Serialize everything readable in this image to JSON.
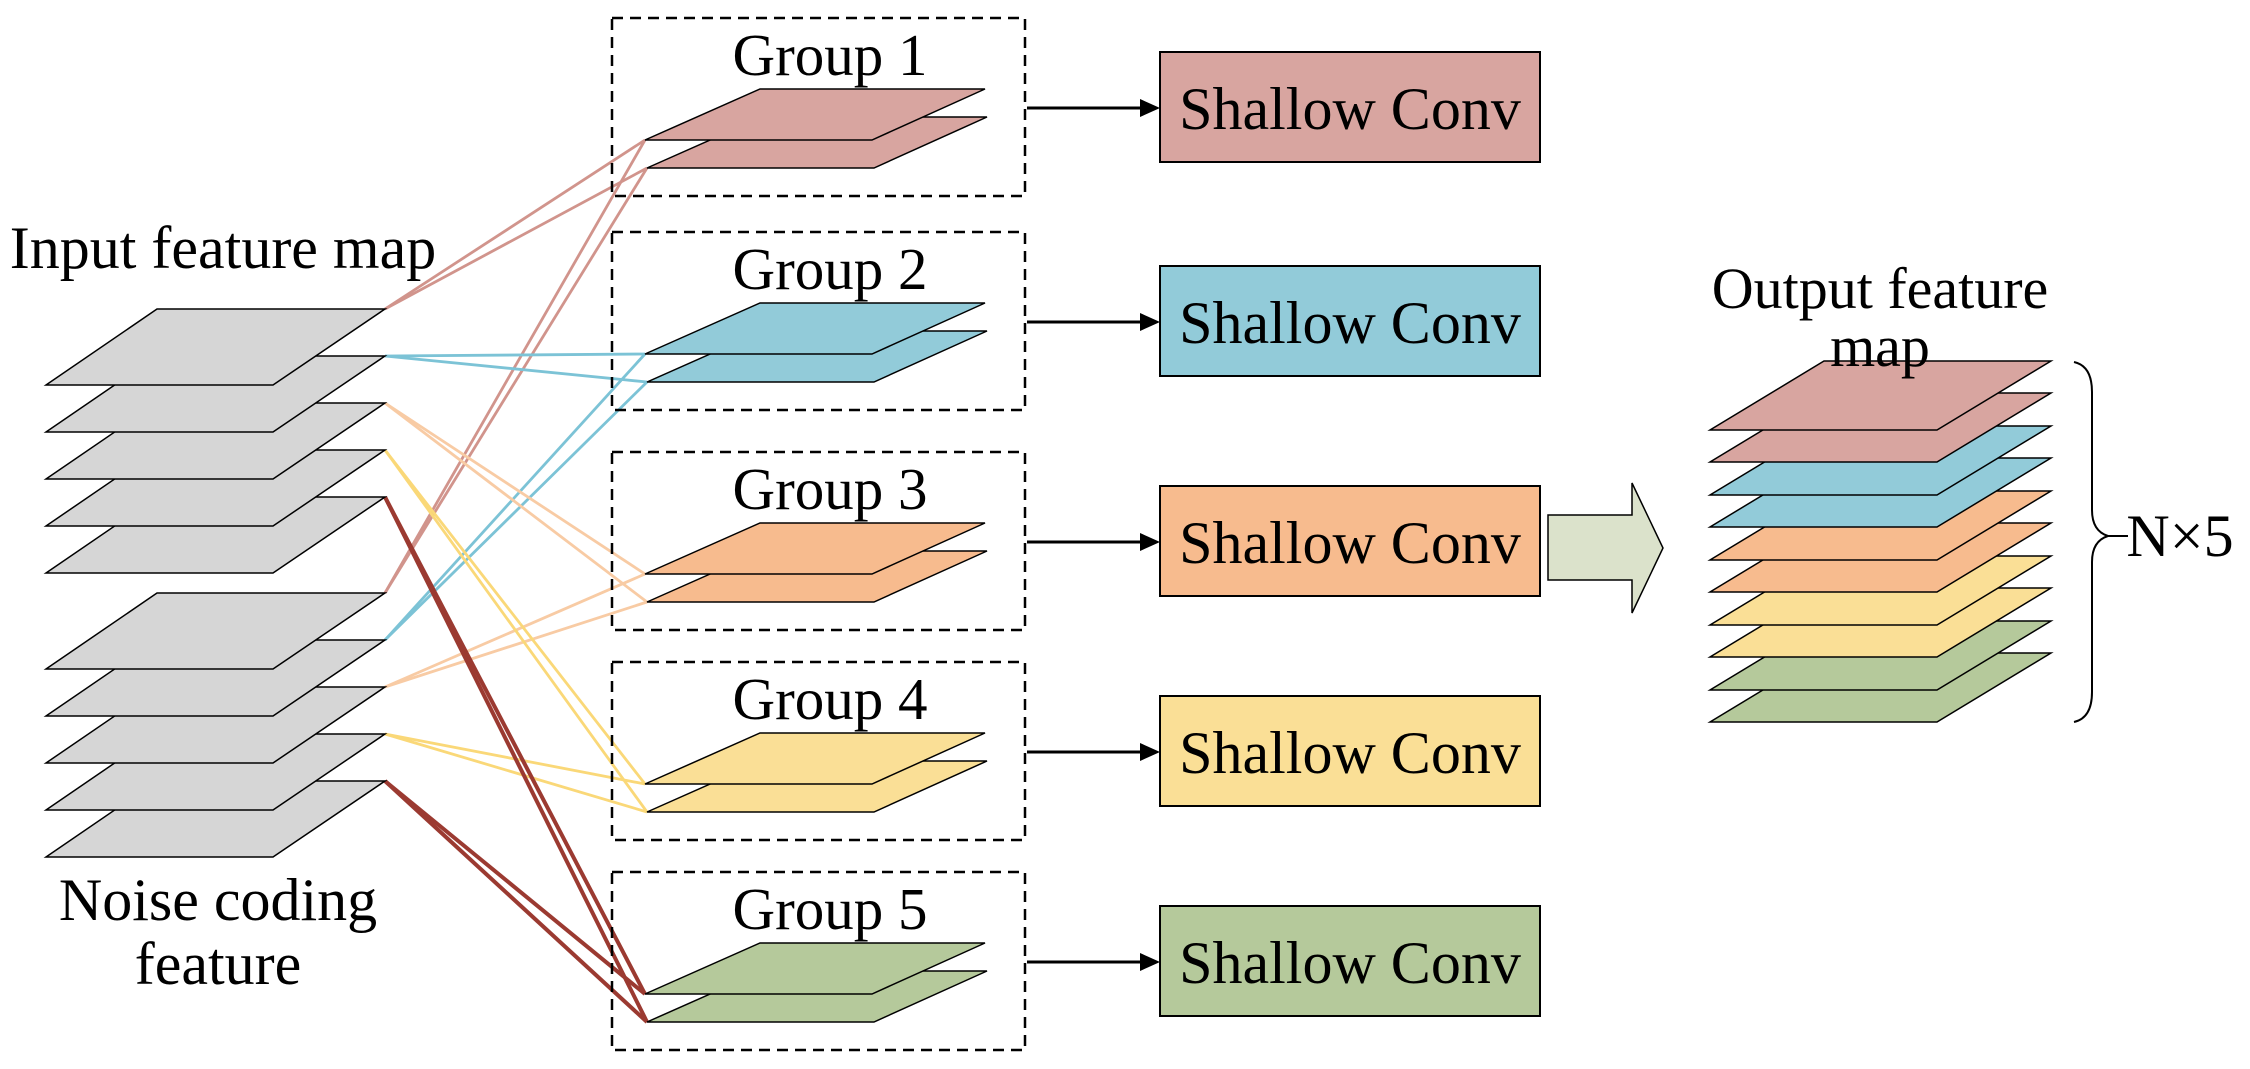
{
  "diagram": {
    "input_label": "Input feature map",
    "noise_label": [
      "Noise coding",
      "feature"
    ],
    "output_label": [
      "Output feature",
      "map"
    ],
    "multiplier_label": "N×5",
    "stack_fill": "#D6D6D6",
    "big_arrow_color": "#DBE2CB",
    "groups": [
      {
        "label": "Group 1",
        "conv_label": "Shallow Conv",
        "fill": "#D8A5A0",
        "line_color": "#D1948C"
      },
      {
        "label": "Group 2",
        "conv_label": "Shallow Conv",
        "fill": "#92CBD9",
        "line_color": "#7CC3D6"
      },
      {
        "label": "Group 3",
        "conv_label": "Shallow Conv",
        "fill": "#F7BB8E",
        "line_color": "#F8CBA4"
      },
      {
        "label": "Group 4",
        "conv_label": "Shallow Conv",
        "fill": "#FADF96",
        "line_color": "#FAD878"
      },
      {
        "label": "Group 5",
        "conv_label": "Shallow Conv",
        "fill": "#B5C99B",
        "line_color": "#9B3A31"
      }
    ]
  }
}
